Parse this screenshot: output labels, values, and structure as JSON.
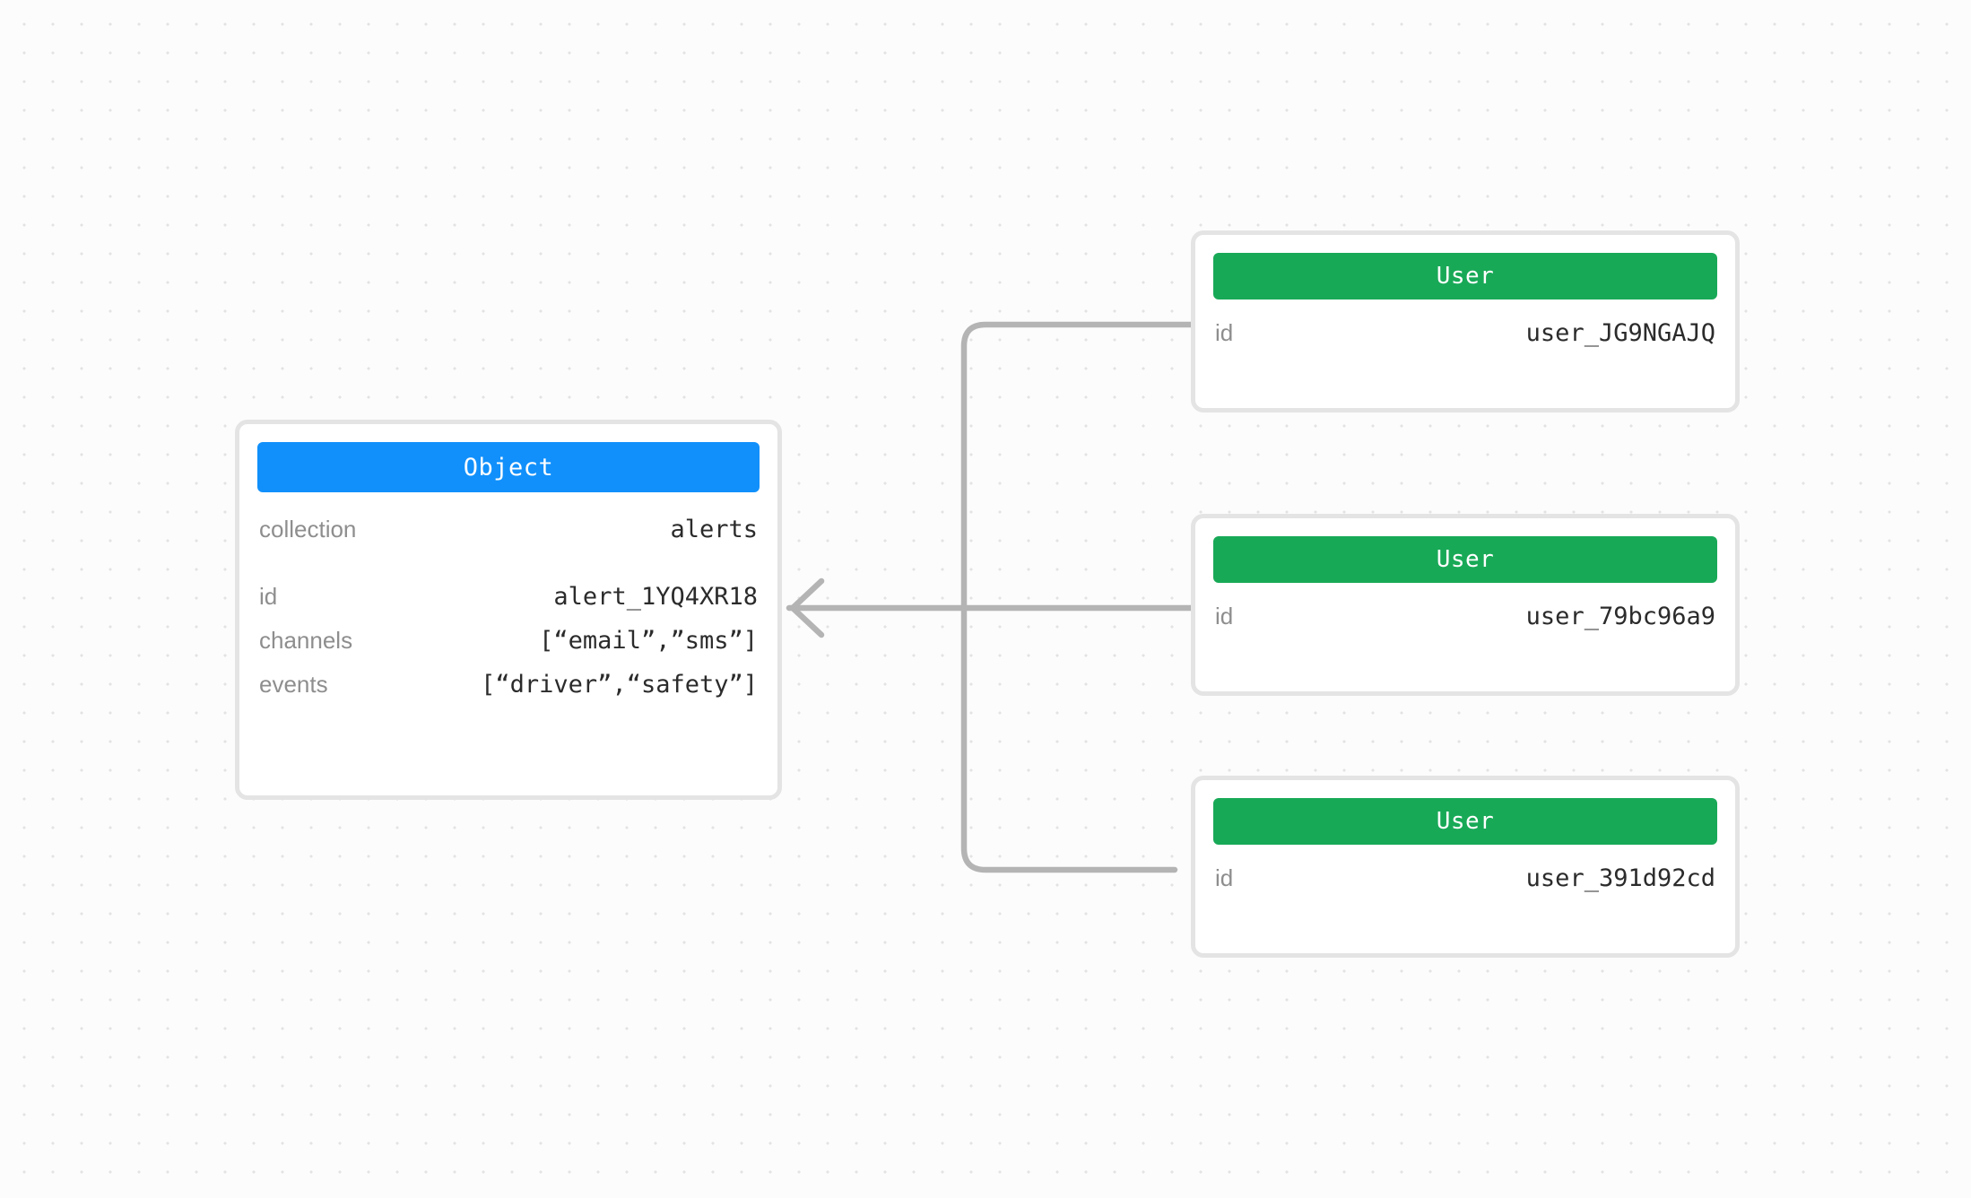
{
  "diagram": {
    "type": "entity-relationship-graph",
    "background": "#fcfcfc",
    "grid_dot_color": "#e3e3e3",
    "edge_color": "#b4b4b4",
    "nodes": [
      {
        "id": "object-node",
        "title": "Object",
        "title_color": "#1190fb",
        "groups": [
          {
            "rows": [
              {
                "key": "collection",
                "value": "alerts"
              }
            ]
          },
          {
            "rows": [
              {
                "key": "id",
                "value": "alert_1YQ4XR18"
              },
              {
                "key": "channels",
                "value": "[“email”,”sms”]"
              },
              {
                "key": "events",
                "value": "[“driver”,“safety”]"
              }
            ]
          }
        ]
      },
      {
        "id": "user-node-1",
        "title": "User",
        "title_color": "#18a957",
        "groups": [
          {
            "rows": [
              {
                "key": "id",
                "value": "user_JG9NGAJQ"
              }
            ]
          }
        ]
      },
      {
        "id": "user-node-2",
        "title": "User",
        "title_color": "#18a957",
        "groups": [
          {
            "rows": [
              {
                "key": "id",
                "value": "user_79bc96a9"
              }
            ]
          }
        ]
      },
      {
        "id": "user-node-3",
        "title": "User",
        "title_color": "#18a957",
        "groups": [
          {
            "rows": [
              {
                "key": "id",
                "value": "user_391d92cd"
              }
            ]
          }
        ]
      }
    ],
    "edges": [
      {
        "from": "user-node-1",
        "to": "object-node",
        "style": "orthogonal-rounded",
        "arrow": "open-chevron-left"
      },
      {
        "from": "user-node-2",
        "to": "object-node",
        "style": "straight",
        "arrow": "open-chevron-left"
      },
      {
        "from": "user-node-3",
        "to": "object-node",
        "style": "orthogonal-rounded",
        "arrow": "open-chevron-left"
      }
    ]
  }
}
